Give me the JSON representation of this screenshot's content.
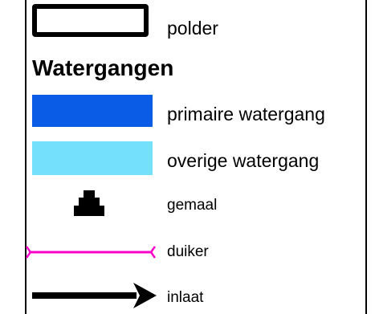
{
  "legend": {
    "polder_label": "polder",
    "heading": "Watergangen",
    "items": [
      {
        "label": "primaire watergang",
        "color": "#0a5ce6",
        "icon": "blue-bar"
      },
      {
        "label": "overige watergang",
        "color": "#74e0fb",
        "icon": "light-blue-bar"
      },
      {
        "label": "gemaal",
        "icon": "pumping-station-icon"
      },
      {
        "label": "duiker",
        "color": "#ff00cc",
        "icon": "culvert-line-icon"
      },
      {
        "label": "inlaat",
        "icon": "arrow-right-icon"
      }
    ]
  }
}
